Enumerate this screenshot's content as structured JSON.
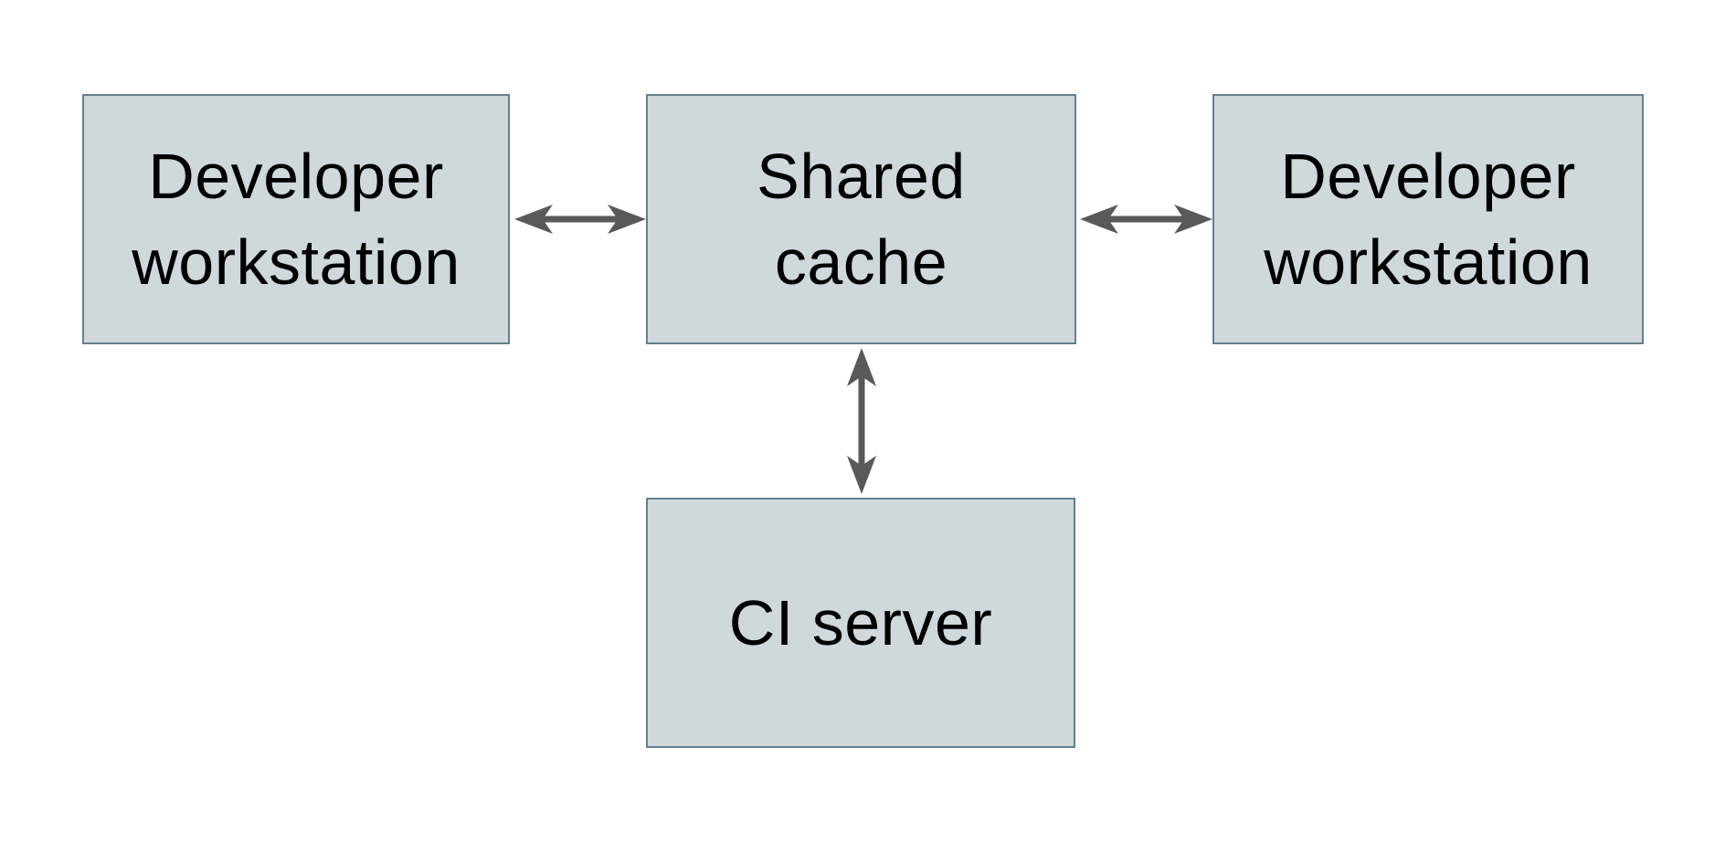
{
  "diagram": {
    "type": "architecture-diagram",
    "nodes": [
      {
        "id": "developer-workstation-left",
        "label": "Developer\nworkstation"
      },
      {
        "id": "shared-cache",
        "label": "Shared\ncache"
      },
      {
        "id": "developer-workstation-right",
        "label": "Developer\nworkstation"
      },
      {
        "id": "ci-server",
        "label": "CI server"
      }
    ],
    "edges": [
      {
        "from": "developer-workstation-left",
        "to": "shared-cache",
        "direction": "bidirectional"
      },
      {
        "from": "shared-cache",
        "to": "developer-workstation-right",
        "direction": "bidirectional"
      },
      {
        "from": "shared-cache",
        "to": "ci-server",
        "direction": "bidirectional"
      }
    ],
    "colors": {
      "background": "#ffffff",
      "node_fill": "#cfd8dc",
      "node_border": "#64808e",
      "arrow": "#595959",
      "text": "#000000"
    }
  }
}
